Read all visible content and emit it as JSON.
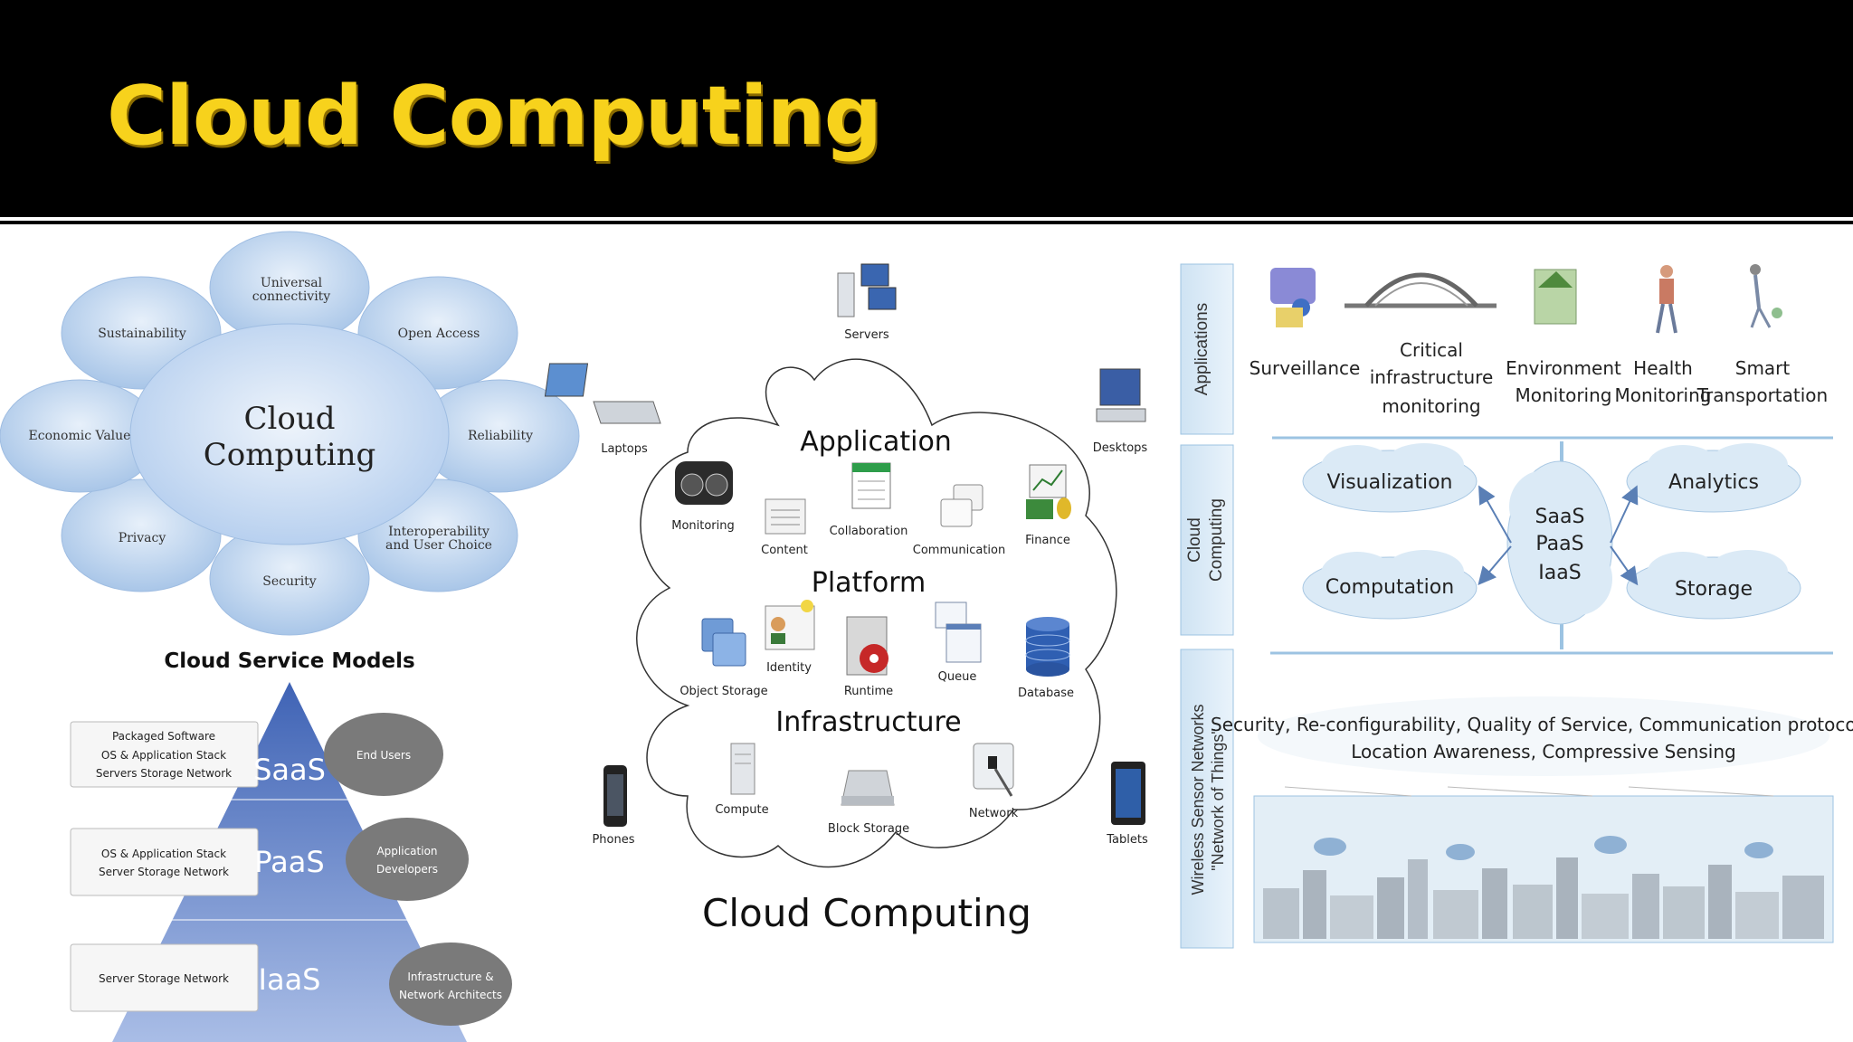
{
  "slide": {
    "title": "Cloud Computing"
  },
  "characteristics": {
    "center_line1": "Cloud",
    "center_line2": "Computing",
    "petals": [
      {
        "line1": "Universal",
        "line2": "connectivity"
      },
      {
        "line1": "Open Access",
        "line2": ""
      },
      {
        "line1": "Reliability",
        "line2": ""
      },
      {
        "line1": "Interoperability",
        "line2": "and User Choice"
      },
      {
        "line1": "Security",
        "line2": ""
      },
      {
        "line1": "Privacy",
        "line2": ""
      },
      {
        "line1": "Economic Value",
        "line2": ""
      },
      {
        "line1": "Sustainability",
        "line2": ""
      }
    ]
  },
  "service_models": {
    "title": "Cloud Service Models",
    "tiers": [
      {
        "name": "SaaS",
        "stack_lines": [
          "Packaged Software",
          "OS & Application Stack",
          "Servers Storage Network"
        ],
        "users_line1": "End Users",
        "users_line2": ""
      },
      {
        "name": "PaaS",
        "stack_lines": [
          "OS & Application Stack",
          "Server Storage Network"
        ],
        "users_line1": "Application",
        "users_line2": "Developers"
      },
      {
        "name": "IaaS",
        "stack_lines": [
          "Server Storage Network"
        ],
        "users_line1": "Infrastructure &",
        "users_line2": "Network Architects"
      }
    ]
  },
  "cloud_diagram": {
    "caption": "Cloud Computing",
    "devices": {
      "servers": "Servers",
      "laptops": "Laptops",
      "desktops": "Desktops",
      "phones": "Phones",
      "tablets": "Tablets"
    },
    "application": {
      "heading": "Application",
      "items": [
        "Monitoring",
        "Content",
        "Collaboration",
        "Communication",
        "Finance"
      ]
    },
    "platform": {
      "heading": "Platform",
      "items": [
        "Object Storage",
        "Identity",
        "Runtime",
        "Queue",
        "Database"
      ]
    },
    "infrastructure": {
      "heading": "Infrastructure",
      "items": [
        "Compute",
        "Block Storage",
        "Network"
      ]
    }
  },
  "iot": {
    "side_labels": {
      "applications": "Applications",
      "cloud_line1": "Cloud",
      "cloud_line2": "Computing",
      "wsn_line1": "Wireless Sensor Networks",
      "wsn_line2": "\"Network of Things\""
    },
    "apps": [
      {
        "line1": "Surveillance",
        "line2": "",
        "line3": ""
      },
      {
        "line1": "Critical",
        "line2": "infrastructure",
        "line3": "monitoring"
      },
      {
        "line1": "Environment",
        "line2": "Monitoring",
        "line3": ""
      },
      {
        "line1": "Health",
        "line2": "Monitoring",
        "line3": ""
      },
      {
        "line1": "Smart",
        "line2": "Transportation",
        "line3": ""
      }
    ],
    "clouds": {
      "visualization": "Visualization",
      "analytics": "Analytics",
      "computation": "Computation",
      "storage": "Storage"
    },
    "center": [
      "SaaS",
      "PaaS",
      "IaaS"
    ],
    "features_line1": "Security, Re-configurability, Quality of Service, Communication protocols,",
    "features_line2": "Location Awareness, Compressive Sensing"
  },
  "colors": {
    "title": "#f7d21c",
    "petal": "#bcd4ee",
    "pyramid": "#6d8fd0",
    "ellipse": "#7a7a7a"
  }
}
